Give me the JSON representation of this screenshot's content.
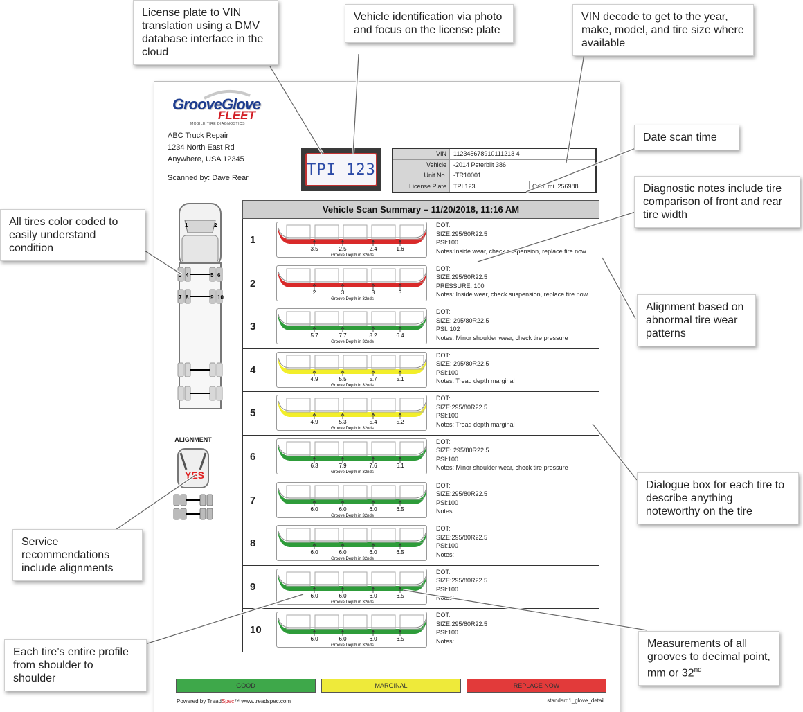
{
  "report": {
    "logo": {
      "word": "GrooveGlove",
      "fleet": "FLEET",
      "tagline": "MOBILE TIRE DIAGNOSTICS"
    },
    "shop": {
      "name": "ABC Truck Repair",
      "street": "1234 North East Rd",
      "city": "Anywhere, USA 12345"
    },
    "scanned_by": "Scanned by: Dave Rear",
    "plate_text": "TPI 123",
    "vin_table": [
      {
        "key": "VIN",
        "value": "112345678910111213 4",
        "odo": ""
      },
      {
        "key": "Vehicle",
        "value": "-2014 Peterbilt 386",
        "odo": ""
      },
      {
        "key": "Unit  No.",
        "value": "-TR10001",
        "odo": ""
      },
      {
        "key": "License Plate",
        "value": "TPI 123",
        "odo": "Odo: mi. 256988"
      }
    ],
    "summary_title": "Vehicle Scan Summary – 11/20/2018, 11:16 AM",
    "groove_caption": "Groove Depth in 32nds",
    "tires": [
      {
        "num": "1",
        "status": "red",
        "grooves": [
          "3.5",
          "2.5",
          "2.4",
          "1.6"
        ],
        "dot": "DOT:",
        "size": "SIZE:295/80R22.5",
        "psi": "PSI:100",
        "notes": "Notes:Inside wear, check suspension, replace tire now"
      },
      {
        "num": "2",
        "status": "red",
        "grooves": [
          "2",
          "3",
          "3",
          "3"
        ],
        "dot": "DOT:",
        "size": "SIZE:295/80R22.5",
        "psi": "PRESSURE: 100",
        "notes": "Notes: Inside wear, check suspension, replace tire now"
      },
      {
        "num": "3",
        "status": "green",
        "grooves": [
          "5.7",
          "7.7",
          "8.2",
          "6.4"
        ],
        "dot": "DOT:",
        "size": "SIZE: 295/80R22.5",
        "psi": "PSI: 102",
        "notes": "Notes: Minor shoulder wear, check tire pressure"
      },
      {
        "num": "4",
        "status": "yellow",
        "grooves": [
          "4.9",
          "5.5",
          "5.7",
          "5.1"
        ],
        "dot": "DOT:",
        "size": "SIZE: 295/80R22.5",
        "psi": "PSI:100",
        "notes": "Notes: Tread depth marginal"
      },
      {
        "num": "5",
        "status": "yellow",
        "grooves": [
          "4.9",
          "5.3",
          "5.4",
          "5.2"
        ],
        "dot": "DOT:",
        "size": "SIZE:295/80R22.5",
        "psi": "PSI:100",
        "notes": "Notes: Tread depth marginal"
      },
      {
        "num": "6",
        "status": "green",
        "grooves": [
          "6.3",
          "7.9",
          "7.6",
          "6.1"
        ],
        "dot": "DOT:",
        "size": "SIZE: 295/80R22.5",
        "psi": "PSI:100",
        "notes": "Notes: Minor shoulder wear, check tire pressure"
      },
      {
        "num": "7",
        "status": "green",
        "grooves": [
          "6.0",
          "6.0",
          "6.0",
          "6.5"
        ],
        "dot": "DOT:",
        "size": "SIZE:295/80R22.5",
        "psi": "PSI:100",
        "notes": "Notes:"
      },
      {
        "num": "8",
        "status": "green",
        "grooves": [
          "6.0",
          "6.0",
          "6.0",
          "6.5"
        ],
        "dot": "DOT:",
        "size": "SIZE:295/80R22.5",
        "psi": "PSI:100",
        "notes": "Notes:"
      },
      {
        "num": "9",
        "status": "green",
        "grooves": [
          "6.0",
          "6.0",
          "6.0",
          "6.5"
        ],
        "dot": "DOT:",
        "size": "SIZE:295/80R22.5",
        "psi": "PSI:100",
        "notes": "Notes:"
      },
      {
        "num": "10",
        "status": "green",
        "grooves": [
          "6.0",
          "6.0",
          "6.0",
          "6.5"
        ],
        "dot": "DOT:",
        "size": "SIZE:295/80R22.5",
        "psi": "PSI:100",
        "notes": "Notes:"
      }
    ],
    "diagram_labels": [
      "1",
      "2",
      "3",
      "4",
      "5",
      "6",
      "7",
      "8",
      "9",
      "10"
    ],
    "alignment_title": "ALIGNMENT",
    "alignment_value": "YES",
    "legend": {
      "good": "GOOD",
      "marginal": "MARGINAL",
      "replace": "REPLACE NOW"
    },
    "powered_by": "Powered by Tread",
    "powered_spec": "Spec",
    "powered_tm": "™ www.treadspec.com",
    "doc_id": "standard1_glove_detail"
  },
  "colors": {
    "red": "#d92a2a",
    "green": "#2e9c3a",
    "yellow": "#f2ee2a",
    "good": "#3ea84a",
    "marginal": "#eeea3a",
    "replace": "#e23a3a"
  },
  "callouts": {
    "plate_vin": "License plate to VIN translation using a DMV database interface in the cloud",
    "photo_id": "Vehicle identification via photo and focus on the license plate",
    "vin_decode": "VIN decode to get to the year, make, model, and tire size where available",
    "date_scan": "Date scan time",
    "diagnostic": "Diagnostic notes include tire comparison of front and rear tire width",
    "color_coded": "All tires color coded to easily understand condition",
    "alignment_wear": "Alignment based on abnormal tire wear patterns",
    "dialogue_box": "Dialogue box for each tire to describe anything noteworthy on the tire",
    "service_rec": "Service recommendations include alignments",
    "profile": "Each tire’s entire profile from shoulder to shoulder",
    "measurements": "Measurements of all grooves to decimal point, mm or 32",
    "measurements_sup": "nd"
  }
}
